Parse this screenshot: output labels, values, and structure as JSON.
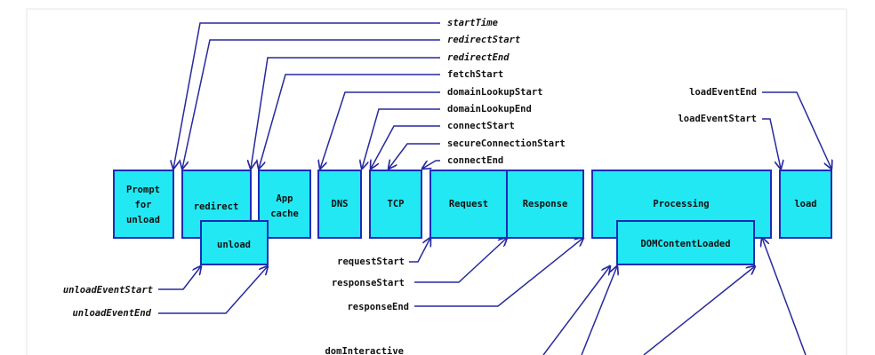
{
  "boxes": {
    "prompt_for_unload": [
      "Prompt",
      "for",
      "unload"
    ],
    "redirect": "redirect",
    "unload": "unload",
    "app_cache": [
      "App",
      "cache"
    ],
    "dns": "DNS",
    "tcp": "TCP",
    "request": "Request",
    "response": "Response",
    "processing": "Processing",
    "dom_content_loaded": "DOMContentLoaded",
    "load": "load"
  },
  "labels": {
    "start_time": "startTime",
    "redirect_start": "redirectStart",
    "redirect_end": "redirectEnd",
    "fetch_start": "fetchStart",
    "domain_lookup_start": "domainLookupStart",
    "domain_lookup_end": "domainLookupEnd",
    "connect_start": "connectStart",
    "secure_connection_start": "secureConnectionStart",
    "connect_end": "connectEnd",
    "load_event_end": "loadEventEnd",
    "load_event_start": "loadEventStart",
    "request_start": "requestStart",
    "response_start": "responseStart",
    "response_end": "responseEnd",
    "unload_event_start": "unloadEventStart",
    "unload_event_end": "unloadEventEnd",
    "dom_interactive": "domInteractive"
  },
  "colors": {
    "box_fill": "#22e8f3",
    "box_stroke": "#1d2bb8",
    "line": "#27299e"
  }
}
